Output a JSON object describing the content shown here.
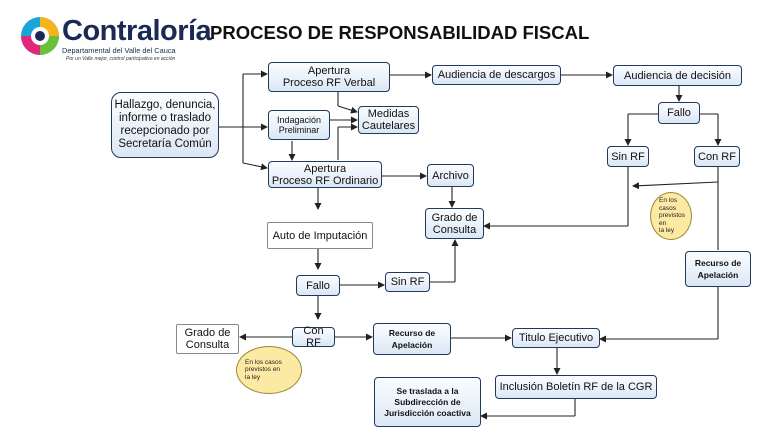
{
  "header": {
    "logo_word": "Contraloría",
    "logo_sub": "Departamental del Valle del Cauca",
    "logo_tagline": "Por un Valle mejor, control participativo en acción",
    "title": "PROCESO DE RESPONSABILIDAD FISCAL"
  },
  "nodes": {
    "hallazgo": "Hallazgo, denuncia,\ninforme o traslado\nrecepcionado por\nSecretaría Común",
    "apertura_verbal": "Apertura\nProceso RF Verbal",
    "indagacion": "Indagación\nPreliminar",
    "medidas": "Medidas\nCautelares",
    "apertura_ordinario": "Apertura\nProceso RF Ordinario",
    "audiencia_descargos": "Audiencia de descargos",
    "audiencia_decision": "Audiencia de decisión",
    "fallo_top": "Fallo",
    "sin_rf_top": "Sin RF",
    "con_rf_top": "Con RF",
    "archivo": "Archivo",
    "grado_consulta_mid": "Grado de\nConsulta",
    "auto_imputacion": "Auto de Imputación",
    "fallo_mid": "Fallo",
    "sin_rf_mid": "Sin RF",
    "con_rf_bottom": "Con RF",
    "grado_consulta_left": "Grado de\nConsulta",
    "recurso_bottom": "Recurso de\nApelación",
    "recurso_right": "Recurso de\nApelación",
    "titulo_ejecutivo": "Titulo  Ejecutivo",
    "inclusion": "Inclusión Boletín RF de la CGR",
    "se_traslada": "Se traslada a la\nSubdirección de\nJurisdicción coactiva"
  },
  "notes": {
    "casos_right": "En los casos\nprevistos en\nla ley",
    "casos_left": "En los casos\nprevistos en\nla ley"
  },
  "colors": {
    "box_border": "#1f3a5c",
    "box_fill_top": "#fbfdff",
    "box_fill_bottom": "#dbe7f5",
    "note_fill": "#fce9a4",
    "line": "#222222",
    "logo_navy": "#1b2a55"
  }
}
